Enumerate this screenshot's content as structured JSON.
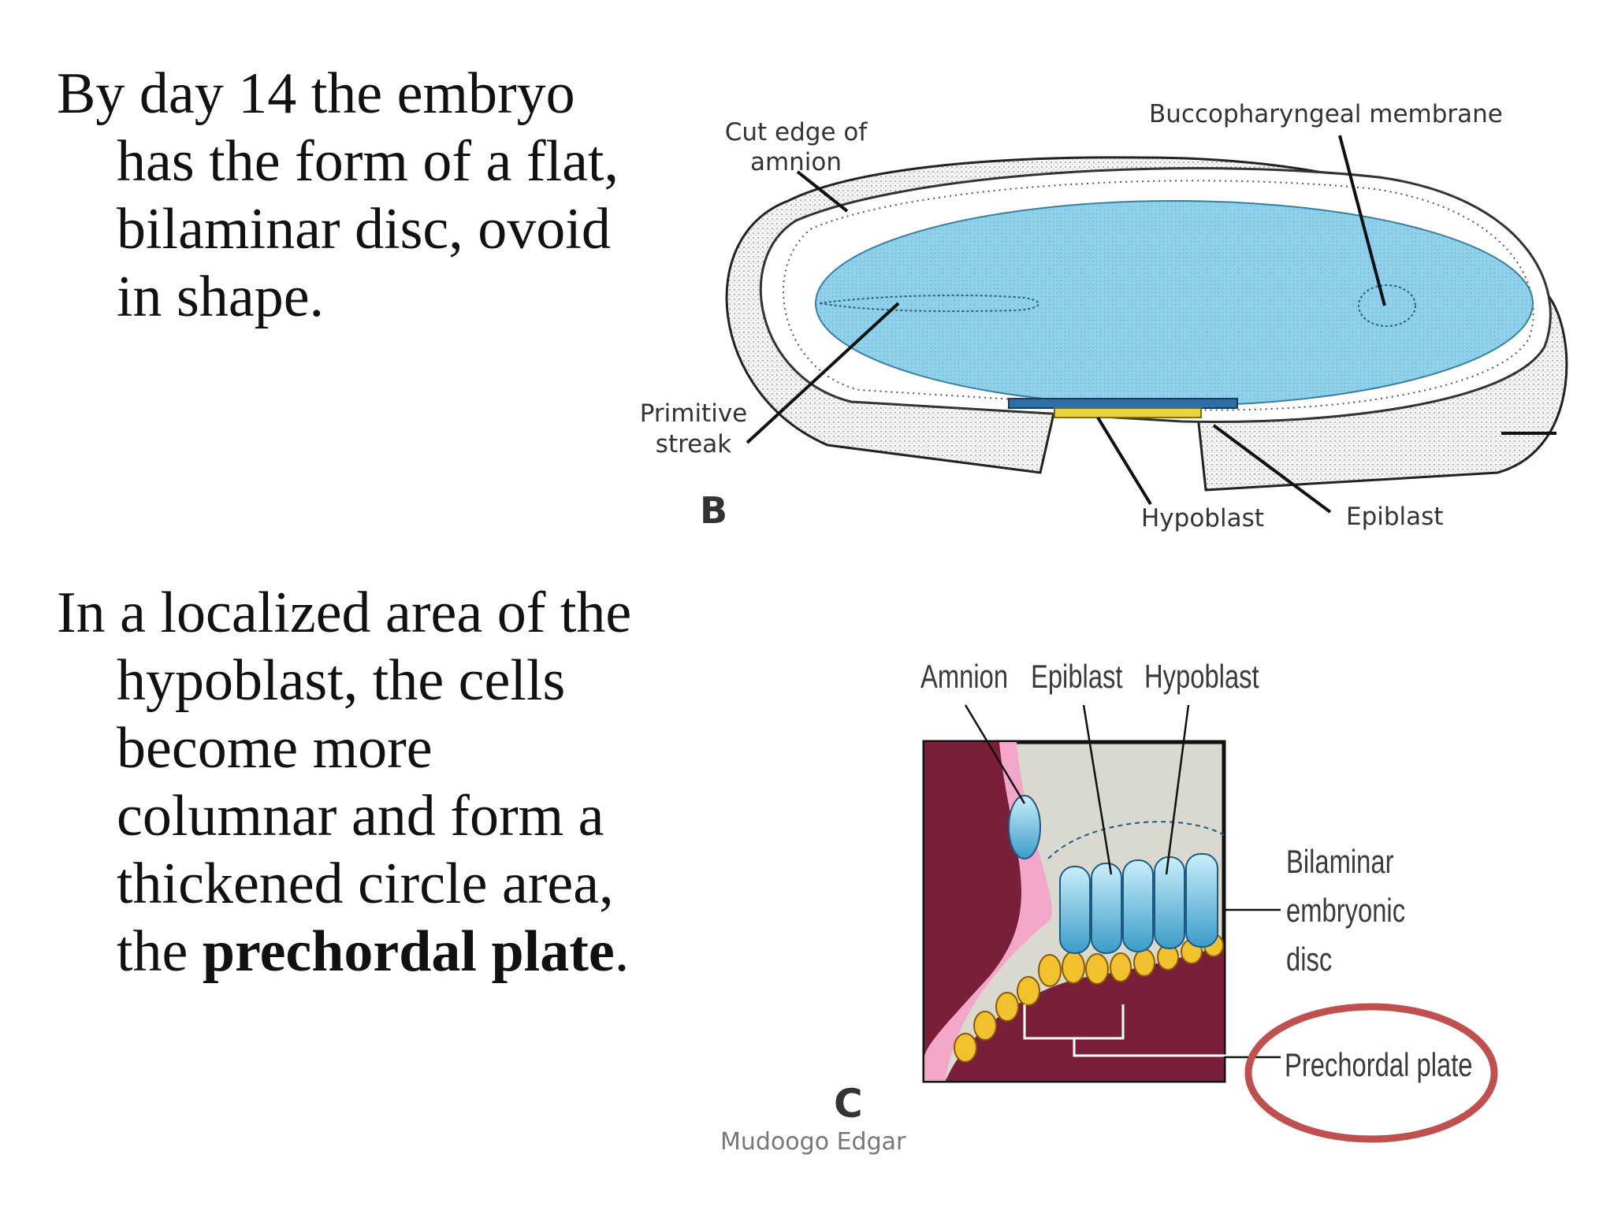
{
  "slide": {
    "paragraph1": "By day 14 the embryo has the form of a flat, bilaminar disc, ovoid in shape.",
    "paragraph2_text": "In a localized area of the hypoblast, the cells become more columnar and form a thickened circle area, the",
    "paragraph2_bold": "prechordal plate",
    "paragraph2_end": "."
  },
  "figure_b": {
    "letter": "B",
    "labels": {
      "cut_edge_1": "Cut edge of",
      "cut_edge_2": "amnion",
      "buccopharyngeal": "Buccopharyngeal membrane",
      "primitive_1": "Primitive",
      "primitive_2": "streak",
      "hypoblast": "Hypoblast",
      "epiblast": "Epiblast"
    }
  },
  "figure_c": {
    "letter": "C",
    "labels": {
      "amnion": "Amnion",
      "epiblast": "Epiblast",
      "hypoblast": "Hypoblast",
      "bilaminar_1": "Bilaminar",
      "bilaminar_2": "embryonic",
      "bilaminar_3": "disc",
      "prechordal": "Prechordal plate"
    }
  },
  "footer": "Mudoogo Edgar",
  "colors": {
    "disc_blue": "#8fd0ea",
    "highlight_circle": "#c0504d",
    "maroon": "#7a1f3a",
    "pink": "#f2a7c8",
    "yellow_cells": "#f2c12e"
  }
}
